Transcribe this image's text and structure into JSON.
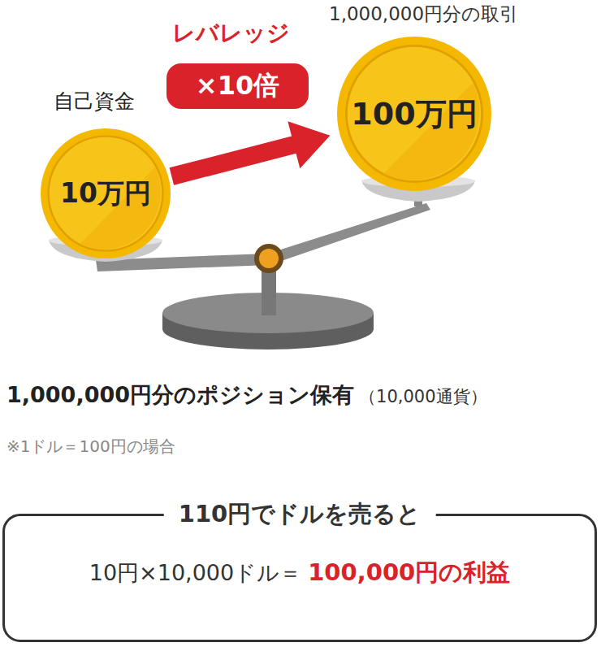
{
  "diagram": {
    "nodes": [
      {
        "text": [
          "×10倍"
        ]
      },
      {
        "text": [
          "10万円"
        ]
      },
      {
        "text": [
          "100万円"
        ]
      },
      {
        "text": [
          "110円でドルを売ると",
          "10円×10,000ドル＝",
          "100,000円の利益"
        ]
      }
    ],
    "edges": [
      {
        "from": 1,
        "to": 2,
        "arrow": "to"
      }
    ],
    "labels": [
      "1,000,000円分の取引",
      "レバレッジ",
      "自己資金",
      "1,000,000円分のポジション保有",
      "（10,000通貨）",
      "※1ドル＝100円の場合"
    ]
  }
}
